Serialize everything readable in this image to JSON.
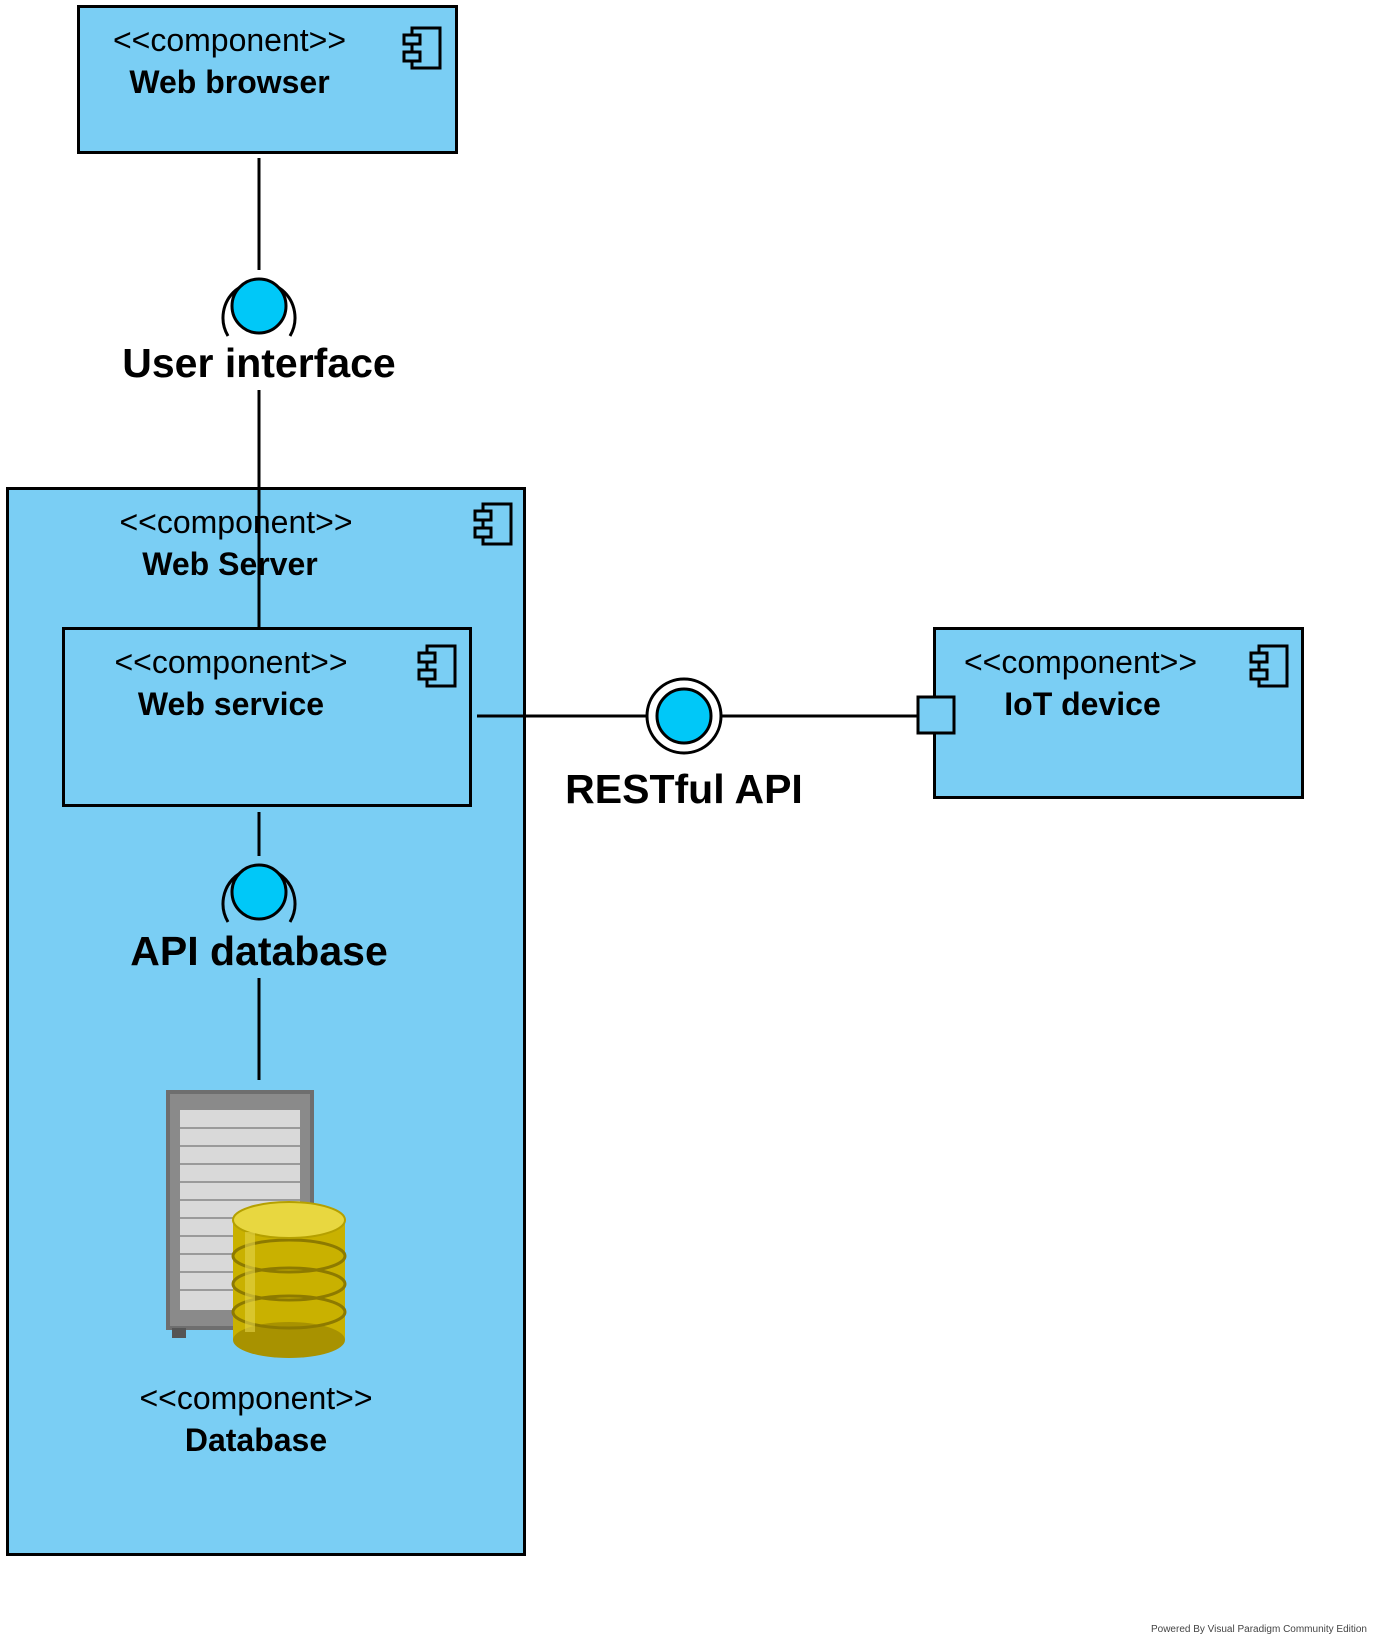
{
  "components": {
    "web_browser": {
      "stereotype": "<<component>>",
      "name": "Web browser"
    },
    "web_server": {
      "stereotype": "<<component>>",
      "name": "Web Server"
    },
    "web_service": {
      "stereotype": "<<component>>",
      "name": "Web service"
    },
    "iot_device": {
      "stereotype": "<<component>>",
      "name": "IoT device"
    },
    "database": {
      "stereotype": "<<component>>",
      "name": "Database"
    }
  },
  "interfaces": {
    "user_interface": "User interface",
    "restful_api": "RESTful API",
    "api_database": "API database"
  },
  "footer": "Powered By  Visual Paradigm Community Edition",
  "colors": {
    "component_fill": "#7acef4",
    "interface_ball": "#00c8f8"
  }
}
